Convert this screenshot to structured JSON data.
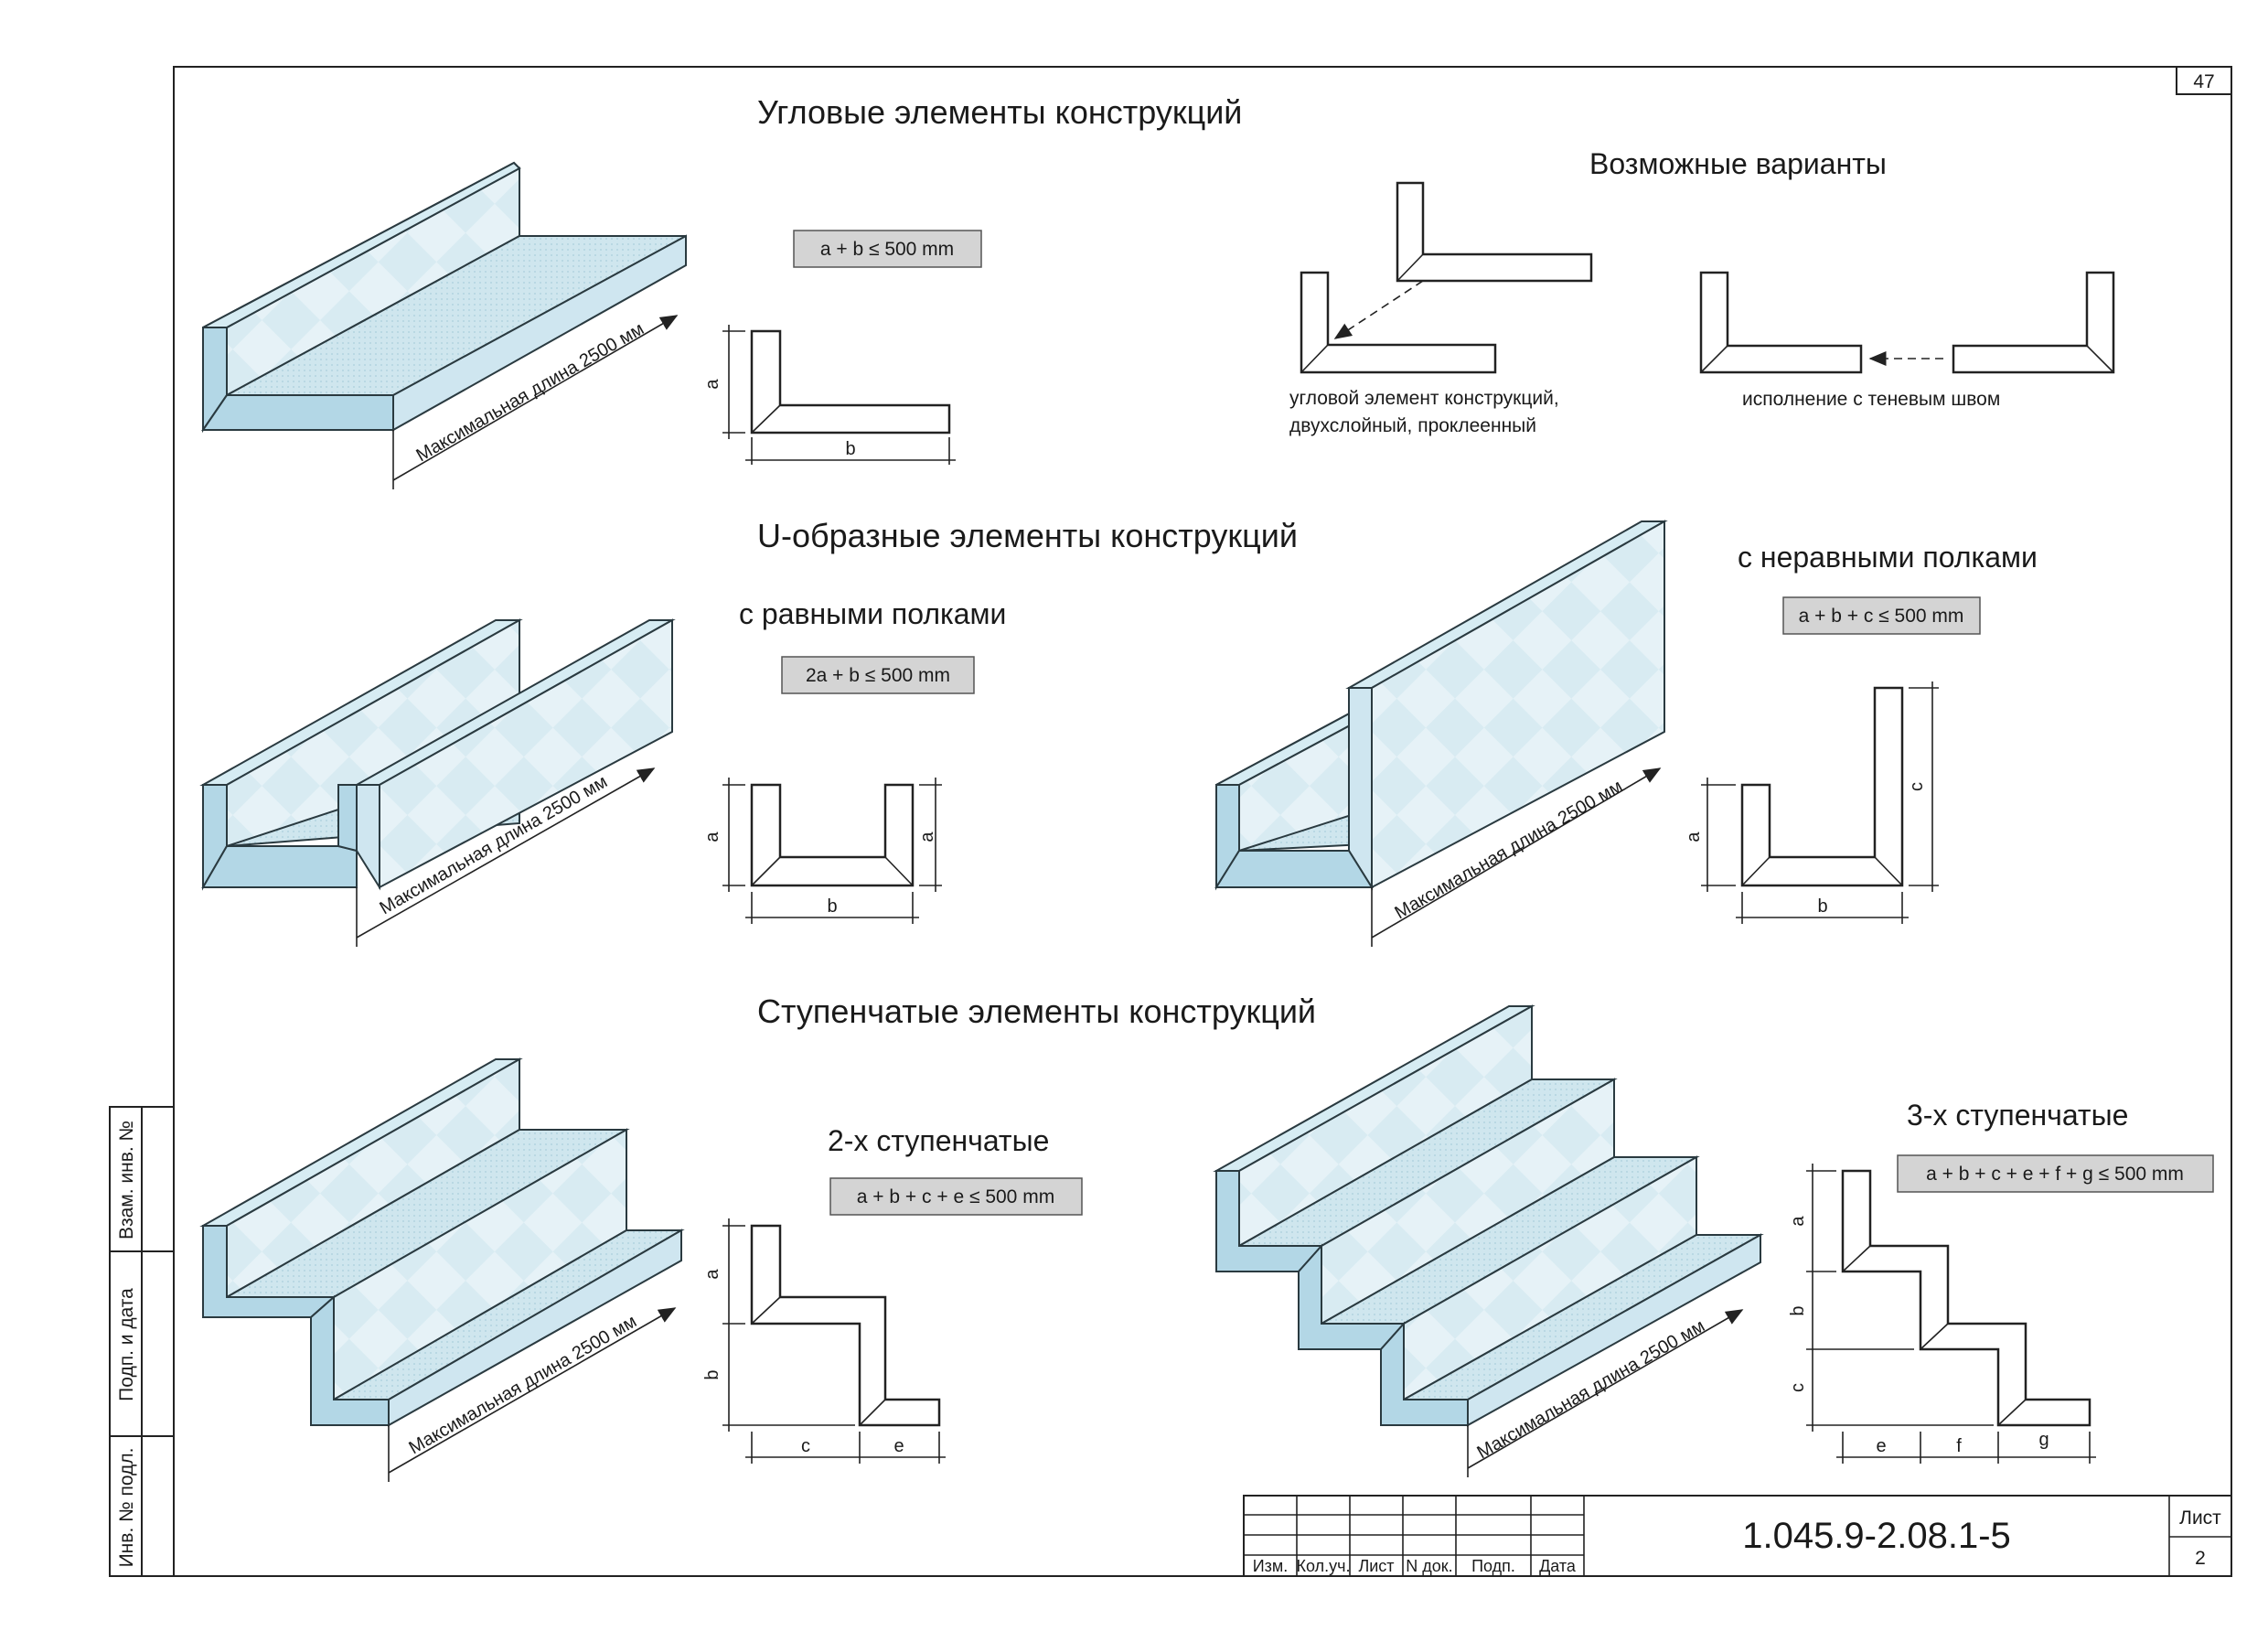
{
  "sheet_number_top": "47",
  "sections": {
    "corner": {
      "title": "Угловые элементы конструкций",
      "formula": "a + b ≤ 500 mm",
      "length_label": "Максимальная длина 2500 мм",
      "dim_a": "a",
      "dim_b": "b"
    },
    "variants": {
      "title": "Возможные варианты",
      "caption_left_line1": "угловой элемент конструкций,",
      "caption_left_line2": "двухслойный, проклеенный",
      "caption_right": "исполнение с теневым швом"
    },
    "u_shape": {
      "title": "U-образные элементы конструкций",
      "equal_title": "с равными полками",
      "equal_formula": "2a + b ≤ 500 mm",
      "unequal_title": "с неравными полками",
      "unequal_formula": "a + b + c ≤ 500 mm",
      "length_label": "Максимальная длина 2500 мм",
      "dim_a": "a",
      "dim_b": "b",
      "dim_c": "c"
    },
    "stepped": {
      "title": "Ступенчатые элементы конструкций",
      "two_title": "2-х ступенчатые",
      "two_formula": "a + b + c + e ≤ 500 mm",
      "three_title": "3-х ступенчатые",
      "three_formula": "a + b + c + e + f + g ≤ 500 mm",
      "length_label": "Максимальная длина 2500 мм",
      "dim_a": "a",
      "dim_b": "b",
      "dim_c": "c",
      "dim_e": "e",
      "dim_f": "f",
      "dim_g": "g"
    }
  },
  "side_stamp": {
    "vzam": "Взам. инв. №",
    "podp": "Подп. и дата",
    "inv": "Инв. № подл."
  },
  "title_block": {
    "col_izm": "Изм.",
    "col_koluch": "Кол.уч.",
    "col_list": "Лист",
    "col_ndok": "N док.",
    "col_podp": "Подп.",
    "col_data": "Дата",
    "doc_code": "1.045.9-2.08.1-5",
    "list_label": "Лист",
    "list_number": "2"
  }
}
